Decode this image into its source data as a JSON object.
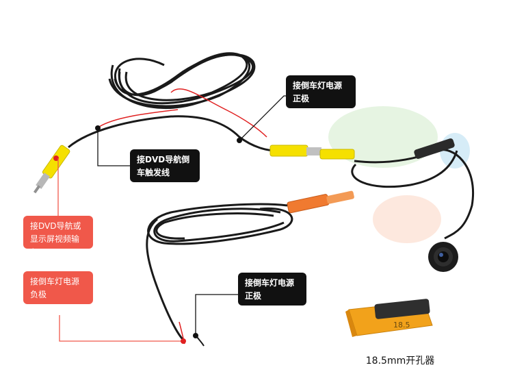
{
  "labels": {
    "reverse_power_positive_1": "接倒车灯电源\n正极",
    "dvd_reverse_trigger": "接DVD导航倒\n车触发线",
    "dvd_video_input": "接DVD导航或\n显示屏视频输入",
    "reverse_power_negative": "接倒车灯电源\n负极",
    "reverse_power_positive_2": "接倒车灯电源\n正极"
  },
  "caption": "18.5mm开孔器",
  "box_text": "18.5",
  "colors": {
    "callout_dark": "#111111",
    "callout_red": "#f0584a",
    "connector_yellow": "#f5e000",
    "connector_orange": "#f07a30",
    "cable": "#1a1a1a",
    "wire_red": "#e02020"
  }
}
